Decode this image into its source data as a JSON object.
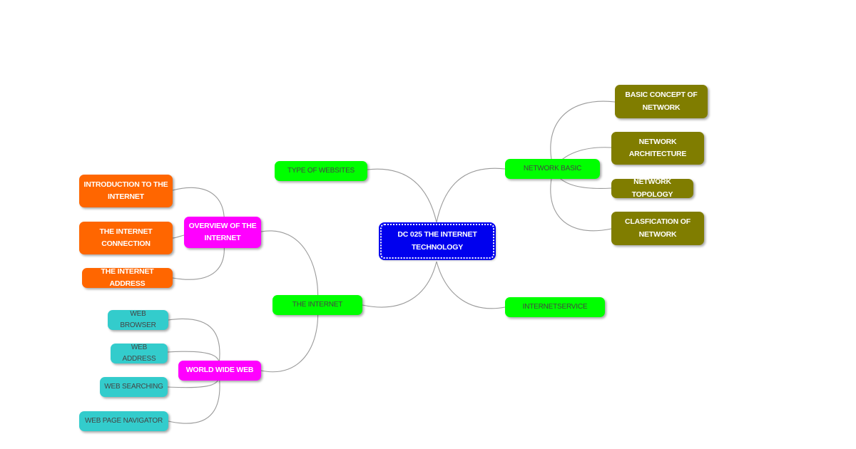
{
  "center": {
    "label": "DC 025 THE INTERNET TECHNOLOGY"
  },
  "branches": {
    "type_of_websites": "TYPE OF WEBSITES",
    "the_internet": "THE INTERNET",
    "network_basic": "NETWORK BASIC",
    "internet_service": "INTERNETSERVICE"
  },
  "network_basic_children": [
    "BASIC CONCEPT OF NETWORK",
    "NETWORK ARCHITECTURE",
    "NETWORK TOPOLOGY",
    "CLASFICATION OF NETWORK"
  ],
  "the_internet_children": {
    "overview": "OVERVIEW OF THE INTERNET",
    "www": "WORLD WIDE WEB"
  },
  "overview_children": [
    "INTRODUCTION TO THE INTERNET",
    "THE INTERNET CONNECTION",
    "THE INTERNET ADDRESS"
  ],
  "www_children": [
    "WEB BROWSER",
    "WEB ADDRESS",
    "WEB SEARCHING",
    "WEB PAGE NAVIGATOR"
  ],
  "colors": {
    "center": "#0000ee",
    "main_branch": "#00ff00",
    "network_children": "#807d00",
    "overview_children": "#ff6600",
    "sub_branch": "#ff00ff",
    "www_children": "#33cccc",
    "connector": "#9a9a9a"
  }
}
